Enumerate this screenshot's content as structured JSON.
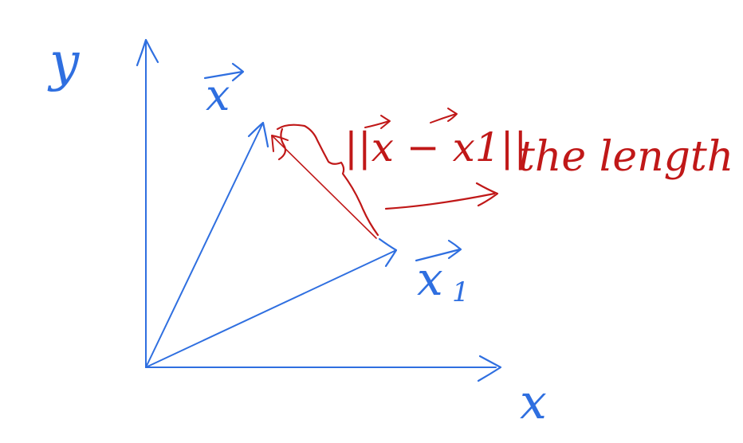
{
  "labels": {
    "y_axis": "y",
    "x_axis": "x",
    "vector_x": "x",
    "vector_x1": "x",
    "vector_x1_subscript": "1",
    "distance_expr": "||x − x1||",
    "annotation": "the length"
  },
  "colors": {
    "blue": "#2f6fe0",
    "red": "#c01818"
  }
}
